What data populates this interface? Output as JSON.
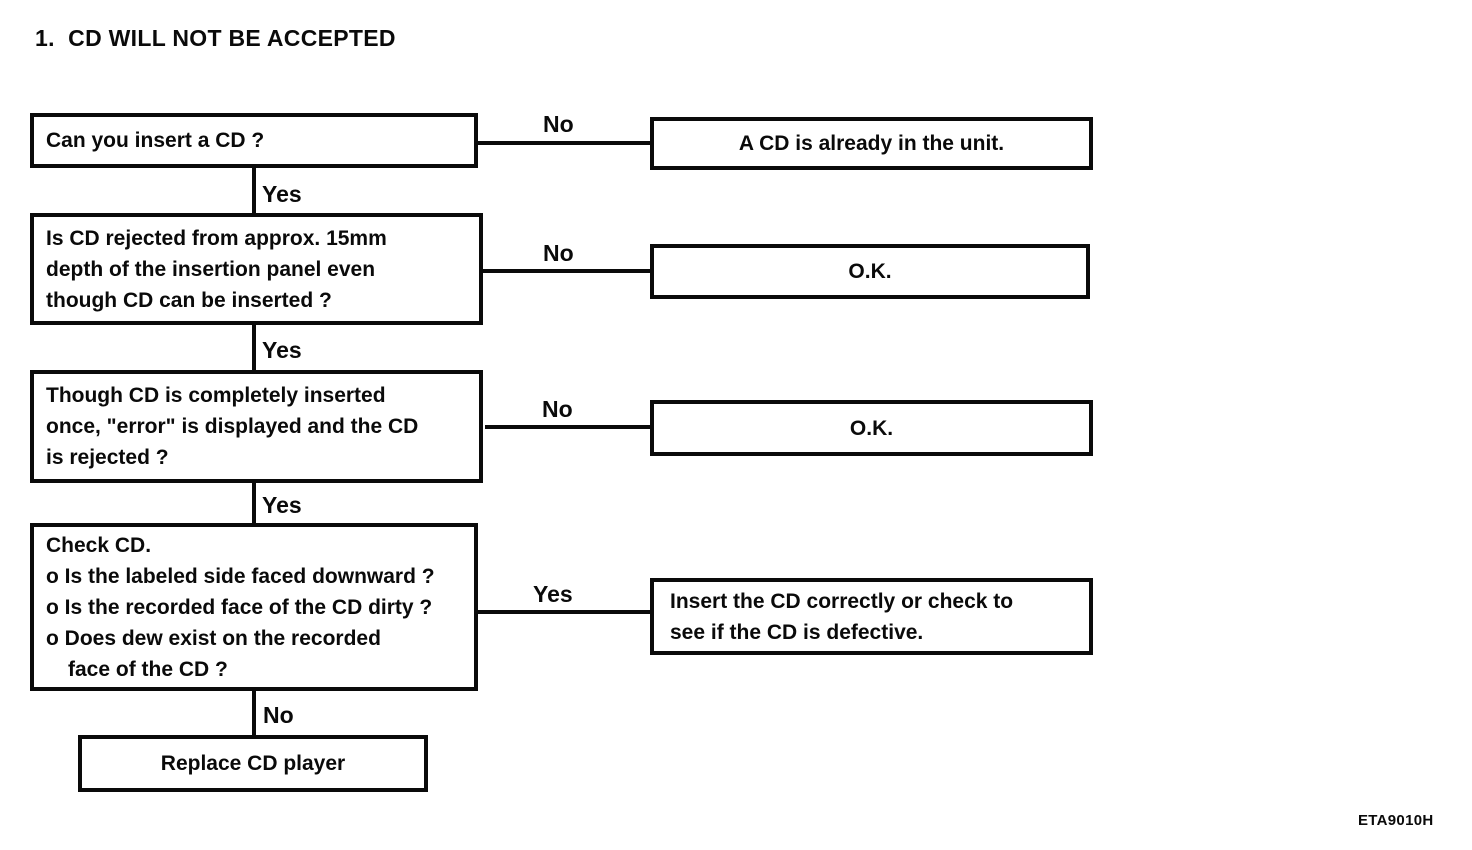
{
  "title": "1.  CD WILL NOT BE ACCEPTED",
  "doc_code": "ETA9010H",
  "flowchart": {
    "q1": {
      "lines": [
        "Can you insert a CD ?"
      ]
    },
    "h1_label": "No",
    "r1": {
      "text": "A CD is already in the unit."
    },
    "v1_label": "Yes",
    "q2": {
      "lines": [
        "Is CD rejected from approx. 15mm",
        "depth of the insertion panel even",
        "though CD can be inserted ?"
      ]
    },
    "h2_label": "No",
    "r2": {
      "text": "O.K."
    },
    "v2_label": "Yes",
    "q3": {
      "lines": [
        "Though CD is completely inserted",
        "once, \"error\" is displayed and the CD",
        "is rejected ?"
      ]
    },
    "h3_label": "No",
    "r3": {
      "text": "O.K."
    },
    "v3_label": "Yes",
    "q4": {
      "lines": [
        "Check CD.",
        "o Is the labeled side faced downward ?",
        "o Is the recorded face of the CD dirty ?",
        "o Does dew exist on the recorded",
        "face of the CD ?"
      ]
    },
    "h4_label": "Yes",
    "r4": {
      "lines": [
        "Insert the CD correctly or check to",
        "see if the CD is defective."
      ]
    },
    "v4_label": "No",
    "end": {
      "text": "Replace CD player"
    }
  }
}
